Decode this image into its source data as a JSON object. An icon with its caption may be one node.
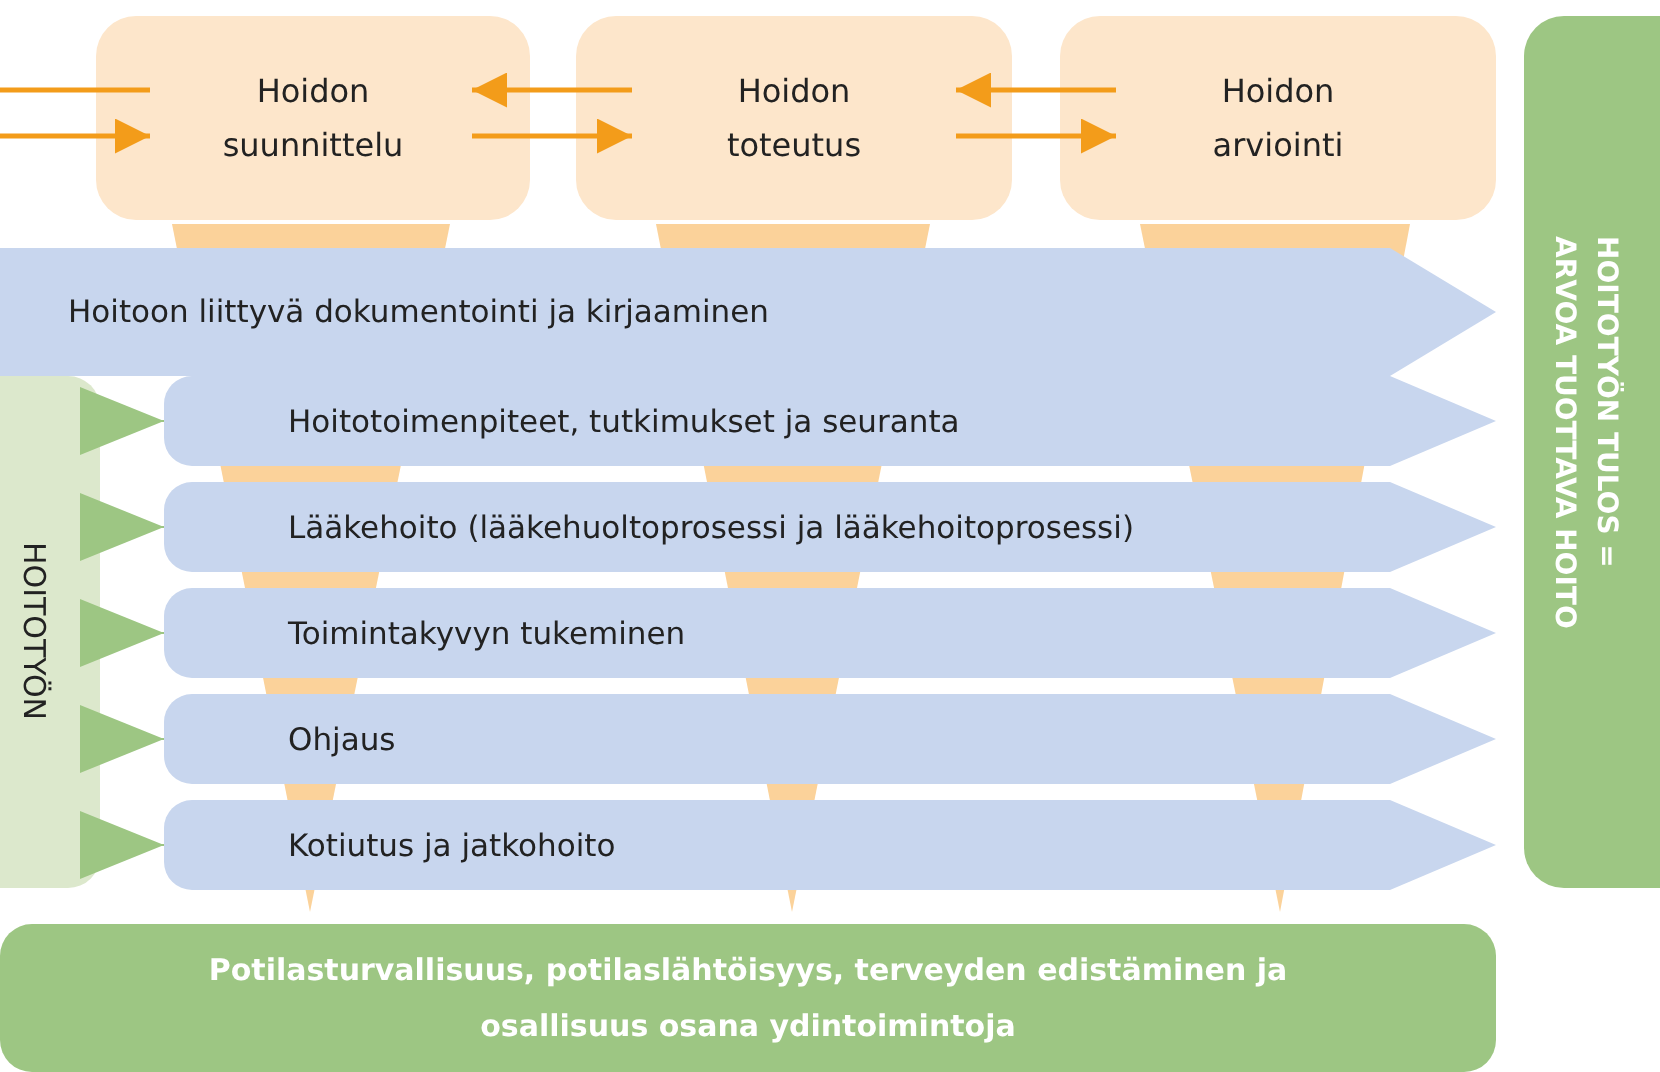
{
  "diagram": {
    "nodes": [
      {
        "text": [
          "Hoidon suunnittelu"
        ]
      },
      {
        "text": [
          "Hoidon toteutus"
        ]
      },
      {
        "text": [
          "Hoidon arviointi"
        ]
      },
      {
        "text": [
          "Hoitoon liittyvä dokumentointi ja kirjaaminen"
        ]
      },
      {
        "text": [
          "HOITOTYÖN"
        ]
      },
      {
        "text": [
          "Hoitotoimenpiteet, tutkimukset ja seuranta"
        ]
      },
      {
        "text": [
          "Lääkehoito (lääkehuoltoprosessi ja lääkehoitoprosessi)"
        ]
      },
      {
        "text": [
          "Toimintakyvyn tukeminen"
        ]
      },
      {
        "text": [
          "Ohjaus"
        ]
      },
      {
        "text": [
          "Kotiutus ja jatkohoito"
        ]
      },
      {
        "text": [
          "HOITOTYÖN TULOS = ARVOA TUOTTAVA HOITO"
        ]
      },
      {
        "text": [
          "Potilasturvallisuus, potilaslähtöisyys, terveyden edistäminen ja osallisuus osana ydintoimintoja"
        ]
      }
    ],
    "edges": [
      {
        "from": 0,
        "to": null,
        "arrow": "none"
      },
      {
        "from": null,
        "to": 0,
        "arrow": "to"
      },
      {
        "from": 1,
        "to": 0,
        "arrow": "to"
      },
      {
        "from": 0,
        "to": 1,
        "arrow": "to"
      },
      {
        "from": 2,
        "to": 1,
        "arrow": "to"
      },
      {
        "from": 1,
        "to": 2,
        "arrow": "to"
      },
      {
        "from": 4,
        "to": 5,
        "arrow": "to",
        "color": "#9dc683"
      },
      {
        "from": 4,
        "to": 6,
        "arrow": "to",
        "color": "#9dc683"
      },
      {
        "from": 4,
        "to": 7,
        "arrow": "to",
        "color": "#9dc683"
      },
      {
        "from": 4,
        "to": 8,
        "arrow": "to",
        "color": "#9dc683"
      },
      {
        "from": 4,
        "to": 9,
        "arrow": "to",
        "color": "#9dc683"
      }
    ]
  }
}
